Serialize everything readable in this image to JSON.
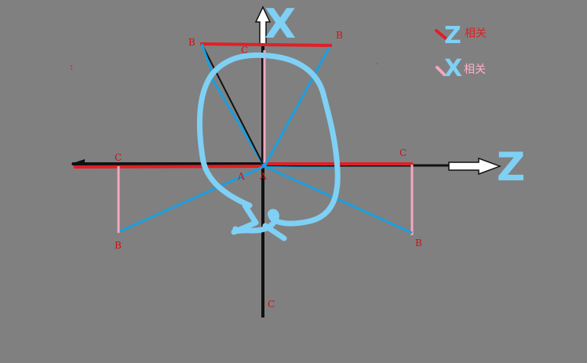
{
  "colors": {
    "background": "#808080",
    "red": "#e01f26",
    "pink": "#f4a6c0",
    "blue": "#1a9fe0",
    "light_blue": "#7fd0f5",
    "black": "#111111",
    "white": "#ffffff",
    "label": "#d01010"
  },
  "axes": {
    "vertical_letter": "X",
    "horizontal_letter": "Z"
  },
  "points": {
    "top_left_b": "B",
    "top_right_b": "B",
    "top_c": "C",
    "left_c": "C",
    "left_b": "B",
    "right_c": "C",
    "right_b": "B",
    "bottom_c": "C",
    "origin_left": "A",
    "origin_right": "A"
  },
  "legend": [
    {
      "letter": "Z",
      "text": "相关",
      "stroke": "red"
    },
    {
      "letter": "X",
      "text": "相关",
      "stroke": "pink"
    }
  ],
  "stray_marks": {
    "left_colon": ":",
    "right_dot": "."
  }
}
